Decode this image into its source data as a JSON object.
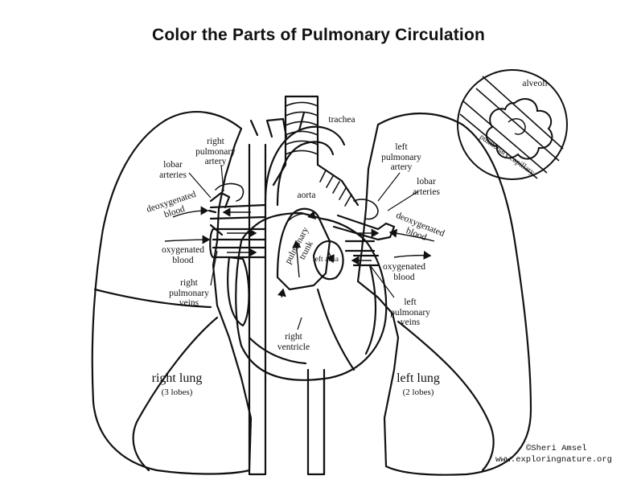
{
  "title": "Color the Parts of Pulmonary Circulation",
  "labels": {
    "trachea": "trachea",
    "alveoli": "alveoli",
    "pulmonary_capillary": "pulmonary capillary",
    "right_pulmonary_artery": "right\npulmonary\nartery",
    "left_pulmonary_artery": "left\npulmonary\nartery",
    "lobar_arteries_right": "lobar\narteries",
    "lobar_arteries_left": "lobar\narteries",
    "aorta": "aorta",
    "deoxygenated_blood_right": "deoxygenated\nblood",
    "deoxygenated_blood_left": "deoxygenated\nblood",
    "oxygenated_blood_right": "oxygenated\nblood",
    "oxygenated_blood_left": "oxygenated\nblood",
    "pulmonary_trunk": "pulmonary\ntrunk",
    "left_atria": "left\natria",
    "right_pulmonary_veins": "right\npulmonary\nveins",
    "left_pulmonary_veins": "left\npulmonary\nveins",
    "right_ventricle": "right\nventricle",
    "right_lung": "right lung",
    "right_lung_lobes": "(3 lobes)",
    "left_lung": "left lung",
    "left_lung_lobes": "(2 lobes)"
  },
  "credit": {
    "author": "©Sheri Amsel",
    "site": "www.exploringnature.org"
  }
}
